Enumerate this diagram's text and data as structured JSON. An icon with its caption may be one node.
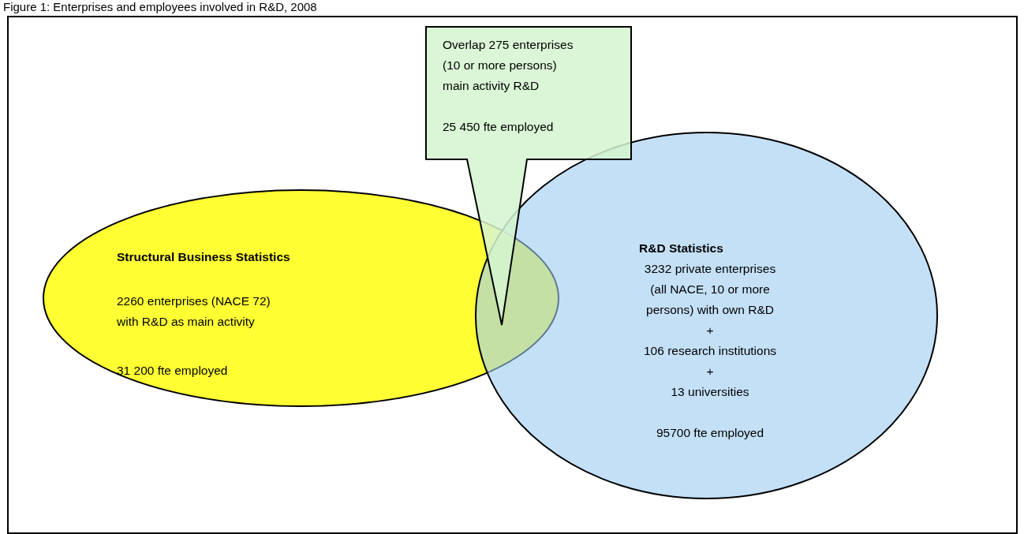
{
  "diagram": {
    "title": "Figure 1: Enterprises and employees involved in R&D, 2008",
    "nodes": [
      {
        "text": [
          "Structural Business Statistics",
          "2260 enterprises (NACE 72) with R&D as main activity",
          "31 200 fte employed"
        ]
      },
      {
        "text": [
          "R&D Statistics",
          "3232 private  enterprises (all NACE, 10 or more persons) with own R&D",
          "+",
          "106 research institutions",
          "+",
          "13 universities",
          "95700 fte employed"
        ]
      },
      {
        "text": [
          "Overlap 275 enterprises (10 or more persons) main activity R&D",
          "25 450 fte employed"
        ]
      }
    ]
  }
}
